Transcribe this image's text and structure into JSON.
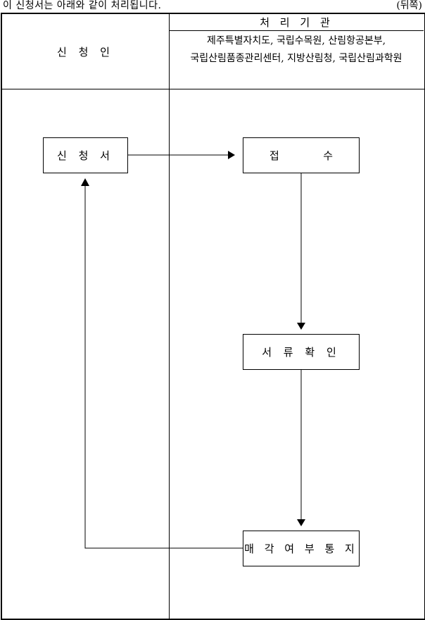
{
  "top_note": "이 신청서는 아래와 같이 처리됩니다.",
  "page_side": "(뒤쪽)",
  "table": {
    "applicant_header": "신 청 인",
    "processing_title": "처 리 기 관",
    "processing_orgs": "제주특별자치도, 국립수목원, 산림항공본부, 국립산림품종관리센터, 지방산림청, 국립산림과학원"
  },
  "flow": {
    "application": "신 청 서",
    "receipt_parts": [
      "접",
      "수"
    ],
    "review": "서 류 확 인",
    "notice": "매 각 여 부 통 지"
  }
}
